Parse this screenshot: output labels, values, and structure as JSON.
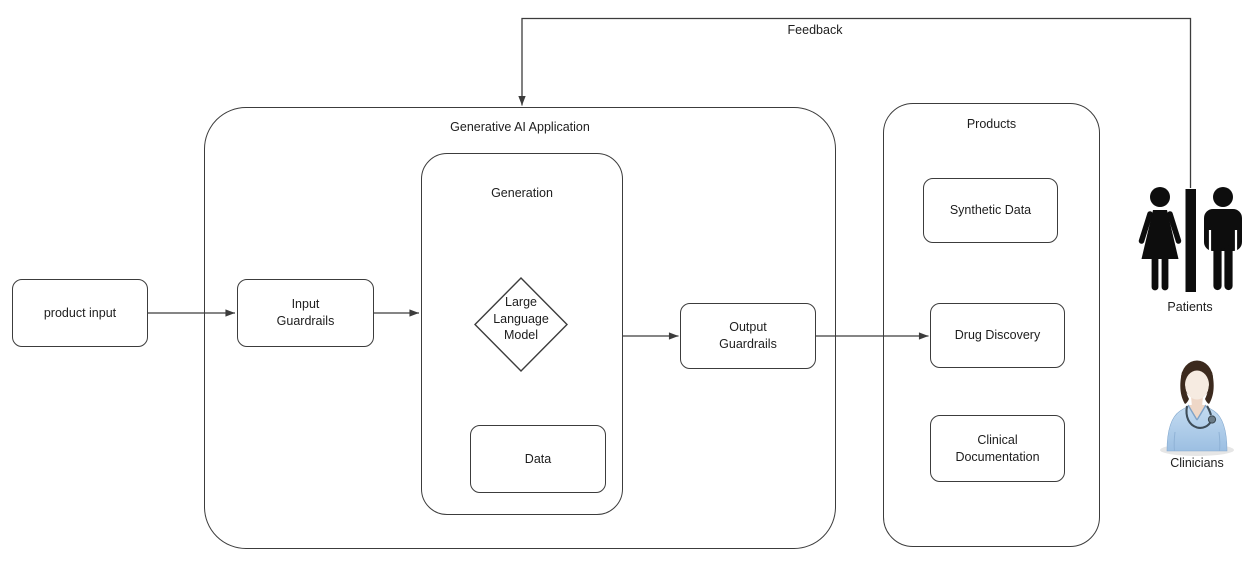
{
  "connector_labels": {
    "feedback": "Feedback"
  },
  "containers": {
    "app": {
      "label": "Generative AI Application"
    },
    "generation": {
      "label": "Generation"
    },
    "products": {
      "label": "Products"
    }
  },
  "nodes": {
    "product_input": {
      "label": "product input"
    },
    "input_guardrails": {
      "label": "Input\nGuardrails"
    },
    "llm": {
      "label": "Large\nLanguage\nModel"
    },
    "data": {
      "label": "Data"
    },
    "output_guardrails": {
      "label": "Output\nGuardrails"
    },
    "synthetic_data": {
      "label": "Synthetic Data"
    },
    "drug_discovery": {
      "label": "Drug Discovery"
    },
    "clinical_documentation": {
      "label": "Clinical\nDocumentation"
    }
  },
  "actors": {
    "patients": {
      "label": "Patients"
    },
    "clinicians": {
      "label": "Clinicians"
    }
  },
  "colors": {
    "stroke": "#3c3c3c",
    "text": "#1d1d1d",
    "icon_black": "#0d0d0d",
    "clinician_scrub_blue": "#a9c7e8",
    "clinician_hair_brown": "#3c2a1e",
    "clinician_skin": "#f6ebe1",
    "background": "#ffffff"
  }
}
